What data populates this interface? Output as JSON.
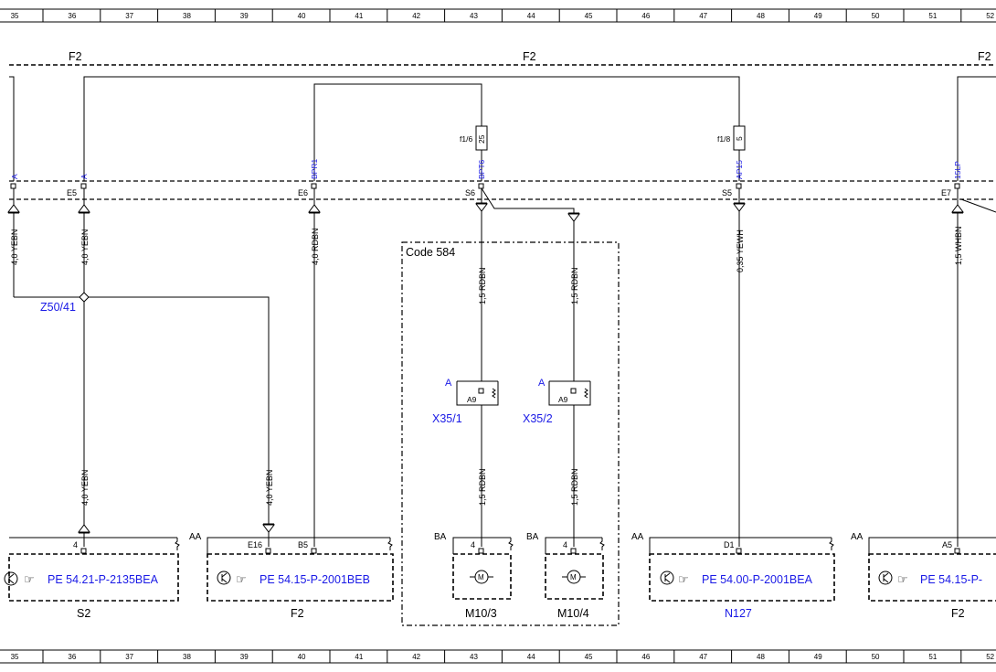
{
  "ruler": {
    "numbers": [
      "35",
      "36",
      "37",
      "38",
      "39",
      "40",
      "41",
      "42",
      "43",
      "44",
      "45",
      "46",
      "47",
      "48",
      "49",
      "50",
      "51",
      "52"
    ]
  },
  "fuse_box_labels": {
    "left": "F2",
    "center": "F2",
    "right": "F2"
  },
  "connectors_top": {
    "e5_left": "E5",
    "e6": "E6",
    "s6": "S6",
    "s5": "S5",
    "e7": "E7"
  },
  "pin_codes_top": {
    "a_left": "A",
    "a_e5": "A",
    "bpr1": "BPR1",
    "bpt6": "BPT6",
    "ap15": "AP15",
    "u15lp": "15LP"
  },
  "fuses": [
    {
      "label": "f1/6",
      "value": "25"
    },
    {
      "label": "f1/8",
      "value": "5"
    }
  ],
  "wires": {
    "w1": "4,0 YEBN",
    "w2": "4,0 YEBN",
    "w3": "4,0 RDBN",
    "w4": "1,5 RDBN",
    "w5": "1,5 RDBN",
    "w6": "0,35 YEWH",
    "w7": "1,5 WHBN",
    "w8": "4,0 YEBN",
    "w9": "4,0 YEBN",
    "w10": "1,5 RDBN",
    "w11": "1,5 RDBN"
  },
  "splice": {
    "label": "Z50/41"
  },
  "code_box": {
    "label": "Code 584"
  },
  "connectors_mid": [
    {
      "name": "X35/1",
      "pin": "A9",
      "code": "A"
    },
    {
      "name": "X35/2",
      "pin": "A9",
      "code": "A"
    }
  ],
  "components": {
    "s2": {
      "ref": "PE 54.21-P-2135BEA",
      "name": "S2",
      "pin": "4"
    },
    "f2a": {
      "ref": "PE 54.15-P-2001BEB",
      "name": "F2",
      "code": "AA",
      "pins": [
        "E16",
        "B5"
      ]
    },
    "m10_3": {
      "name": "M10/3",
      "code": "BA",
      "pin": "4"
    },
    "m10_4": {
      "name": "M10/4",
      "code": "BA",
      "pin": "4"
    },
    "n127": {
      "ref": "PE 54.00-P-2001BEA",
      "name": "N127",
      "code": "AA",
      "pin": "D1"
    },
    "f2b": {
      "ref": "PE 54.15-P-",
      "name": "F2",
      "code": "AA",
      "pin": "A5"
    }
  },
  "colors": {
    "link_blue": "#1a1ae6",
    "line": "#000000"
  }
}
